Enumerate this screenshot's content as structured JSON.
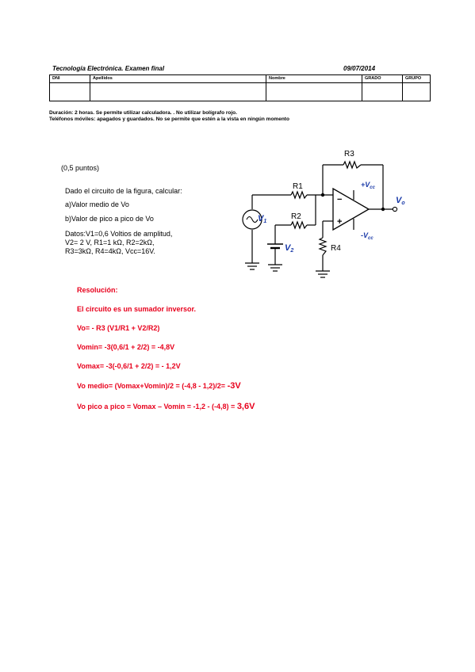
{
  "header": {
    "title": "Tecnología Electrónica. Examen final",
    "date": "09/07/2014",
    "columns": [
      "DNI",
      "Apellidos",
      "Nombre",
      "GRADO",
      "GRUPO"
    ]
  },
  "notes": {
    "line1": "Duración: 2 horas. Se permite utilizar calculadora. . No utilizar bolígrafo rojo.",
    "line2": "Teléfonos móviles: apagados y guardados. No se permite que estén a la vista en ningún momento"
  },
  "question": {
    "points": "(0,5 puntos)",
    "intro": "Dado el circuito de la figura, calcular:",
    "item_a": "a)Valor medio de Vo",
    "item_b": "b)Valor de pico a pico de Vo",
    "data_1": "Datos:V1=0,6 Voltios de amplitud,",
    "data_2": "V2= 2 V, R1=1 kΩ, R2=2kΩ,",
    "data_3": "R3=3kΩ, R4=4kΩ, Vcc=16V."
  },
  "circuit": {
    "R1": "R1",
    "R2": "R2",
    "R3": "R3",
    "R4": "R4",
    "V": "V",
    "sub1": "1",
    "sub2": "2",
    "vcc_pos": "+V",
    "vcc_neg": "-V",
    "cc": "cc",
    "Vo": "V",
    "o": "o",
    "minus": "−",
    "plus": "+"
  },
  "resolution": {
    "title": "Resolución:",
    "line1": "El circuito es un sumador inversor.",
    "line2": "Vo= - R3 (V1/R1  +  V2/R2)",
    "line3": "Vomin= -3(0,6/1  +  2/2) = -4,8V",
    "line4": "Vomax= -3(-0,6/1 + 2/2) = - 1,2V",
    "line5_text": "Vo medio= (Vomax+Vomin)/2 = (-4,8  - 1,2)/2= ",
    "line5_result": "-3V",
    "line6_text": "Vo pico a pico = Vomax – Vomin = -1,2 - (-4,8) = ",
    "line6_result": "3,6V"
  }
}
